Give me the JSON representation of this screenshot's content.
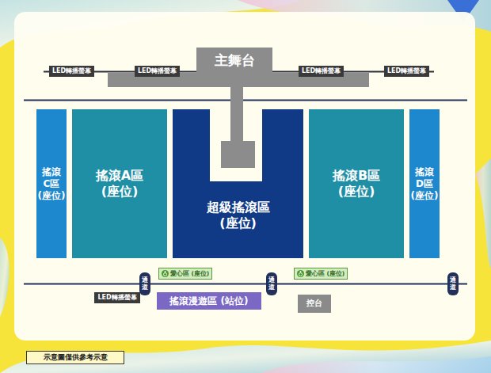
{
  "diagram": {
    "nodes": [
      {
        "text": [
          "主舞台"
        ]
      },
      {
        "text": [
          "LED轉播螢幕"
        ]
      },
      {
        "text": [
          "LED轉播螢幕"
        ]
      },
      {
        "text": [
          "LED轉播螢幕"
        ]
      },
      {
        "text": [
          "LED轉播螢幕"
        ]
      },
      {
        "text": [
          "搖滾 C區 (座位)"
        ]
      },
      {
        "text": [
          "搖滾A區 (座位)"
        ]
      },
      {
        "text": [
          "超級搖滾區 (座位)"
        ]
      },
      {
        "text": [
          "搖滾B區 (座位)"
        ]
      },
      {
        "text": [
          "搖滾 D區 (座位)"
        ]
      },
      {
        "text": [
          "愛心區 (座位)"
        ]
      },
      {
        "text": [
          "愛心區 (座位)"
        ]
      },
      {
        "text": [
          "通道"
        ]
      },
      {
        "text": [
          "通道"
        ]
      },
      {
        "text": [
          "通道"
        ]
      },
      {
        "text": [
          "LED轉播螢幕"
        ]
      },
      {
        "text": [
          "搖滾漫遊區 (站位)"
        ]
      },
      {
        "text": [
          "控台"
        ]
      },
      {
        "text": [
          "示意圖僅供參考示意"
        ]
      }
    ]
  }
}
